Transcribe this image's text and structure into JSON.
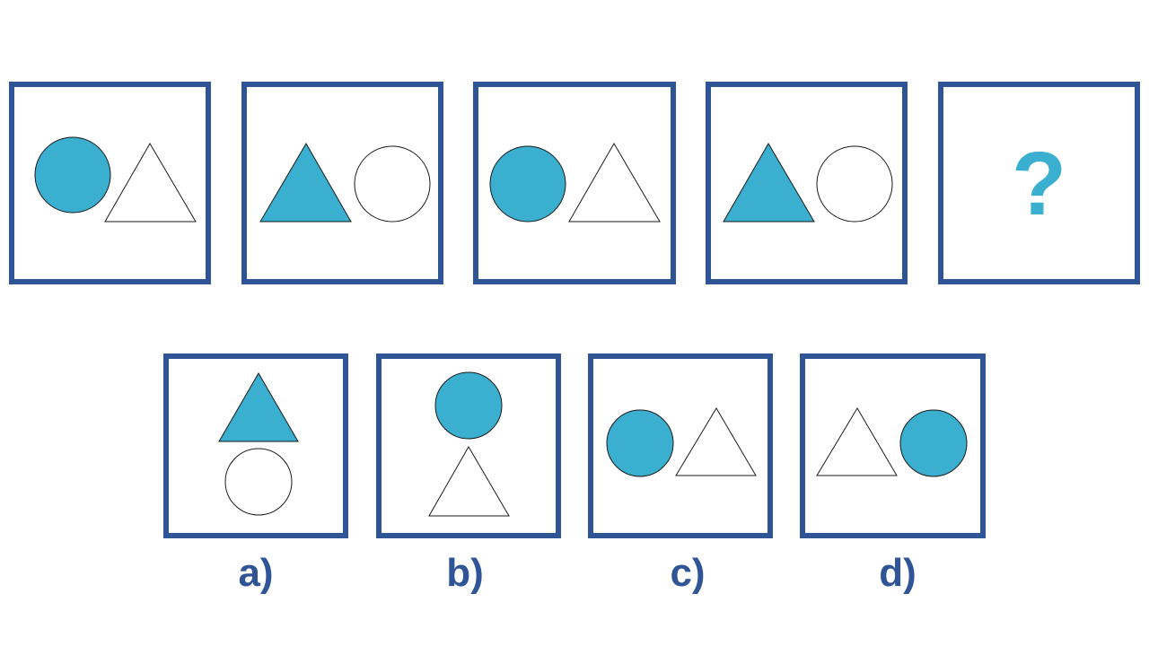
{
  "colors": {
    "frame": "#2F5597",
    "fill": "#3AAFCF",
    "outline": "#1a1a1a",
    "question": "#3AAFCF",
    "label": "#2F5597"
  },
  "sequence": [
    {
      "shapes": [
        "filled-circle",
        "outline-triangle"
      ]
    },
    {
      "shapes": [
        "filled-triangle",
        "outline-circle"
      ]
    },
    {
      "shapes": [
        "filled-circle",
        "outline-triangle"
      ]
    },
    {
      "shapes": [
        "filled-triangle",
        "outline-circle"
      ]
    },
    {
      "unknown": "?"
    }
  ],
  "options": [
    {
      "label": "a)",
      "shapes": [
        "filled-triangle",
        "outline-circle"
      ],
      "arrangement": "vertical"
    },
    {
      "label": "b)",
      "shapes": [
        "filled-circle",
        "outline-triangle"
      ],
      "arrangement": "vertical"
    },
    {
      "label": "c)",
      "shapes": [
        "filled-circle",
        "outline-triangle"
      ],
      "arrangement": "horizontal"
    },
    {
      "label": "d)",
      "shapes": [
        "outline-triangle",
        "filled-circle"
      ],
      "arrangement": "horizontal"
    }
  ]
}
